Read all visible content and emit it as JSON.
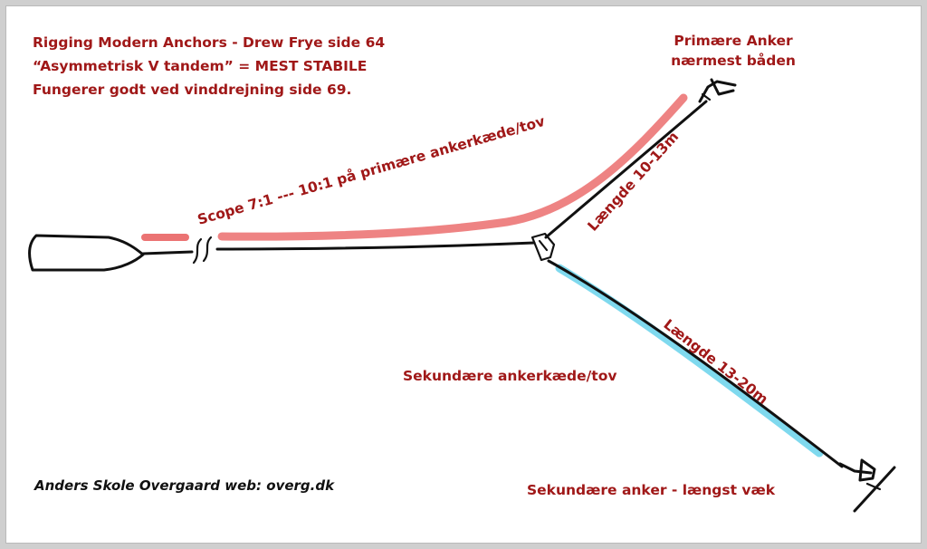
{
  "header": {
    "line1": "Rigging Modern Anchors - Drew Frye side 64",
    "line2": "“Asymmetrisk V tandem” = MEST STABILE",
    "line3": "Fungerer godt ved vinddrejning side 69."
  },
  "labels": {
    "primary_anchor_line1": "Primære Anker",
    "primary_anchor_line2": "nærmest båden",
    "scope": "Scope 7:1 --- 10:1 på primære ankerkæde/tov",
    "length_primary": "Længde 10-13m",
    "length_secondary": "Længde 13-20m",
    "secondary_rode": "Sekundære ankerkæde/tov",
    "secondary_anchor": "Sekundære anker - længst væk"
  },
  "credit": "Anders Skole Overgaard web: overg.dk",
  "colors": {
    "label_red": "#a01818",
    "primary_highlight": "#e85a5a",
    "secondary_highlight": "#5fd0ea",
    "ink": "#111111"
  }
}
